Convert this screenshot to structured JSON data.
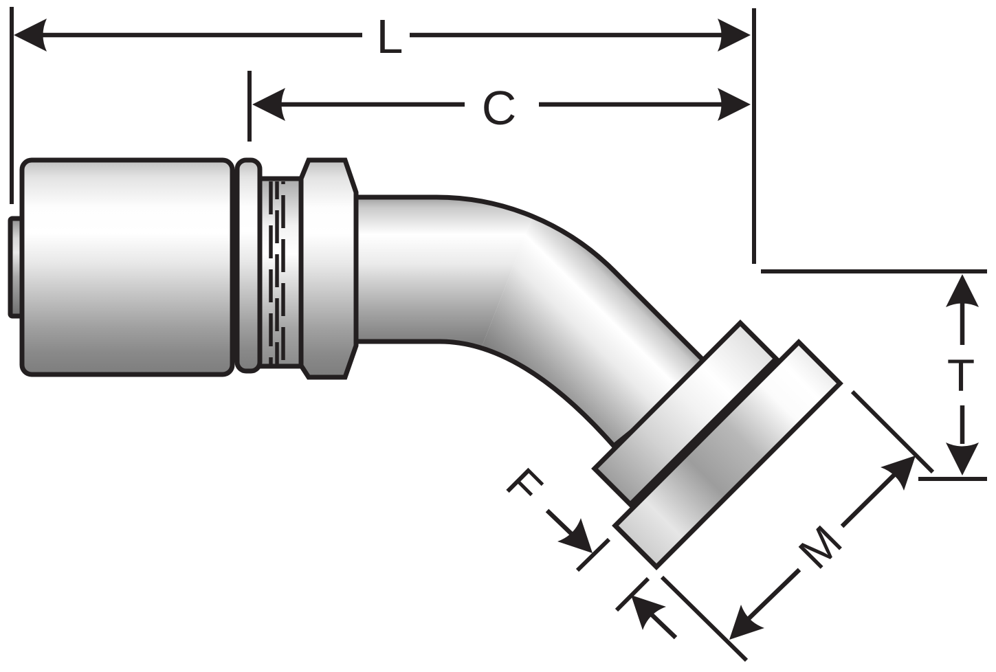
{
  "figure": {
    "kind": "technical-dimension-drawing"
  },
  "colors": {
    "ink": "#231f20",
    "background": "#ffffff",
    "metal_highlight": "#ffffff",
    "metal_midtone": "#c4c4c4",
    "metal_shadow": "#7d7d7d"
  },
  "dimension_labels": [
    {
      "id": "L",
      "label": "L"
    },
    {
      "id": "C",
      "label": "C"
    },
    {
      "id": "T",
      "label": "T"
    },
    {
      "id": "F",
      "label": "F"
    },
    {
      "id": "M",
      "label": "M"
    }
  ]
}
